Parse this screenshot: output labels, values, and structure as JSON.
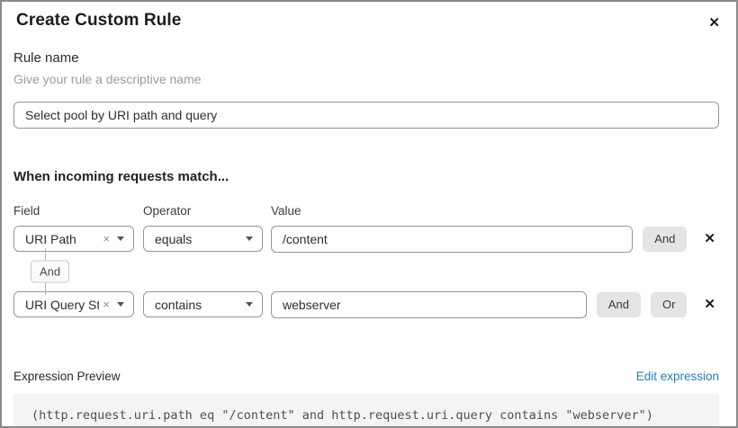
{
  "dialog": {
    "title": "Create Custom Rule"
  },
  "icons": {
    "close": "✕",
    "clear": "×",
    "remove": "✕"
  },
  "rule_name": {
    "label": "Rule name",
    "helper": "Give your rule a descriptive name",
    "value": "Select pool by URI path and query"
  },
  "match_section": {
    "heading": "When incoming requests match...",
    "columns": {
      "field": "Field",
      "operator": "Operator",
      "value": "Value"
    },
    "and_label": "And",
    "or_label": "Or",
    "connector_label": "And",
    "rows": [
      {
        "field": "URI Path",
        "operator": "equals",
        "value": "/content"
      },
      {
        "field": "URI Query St...",
        "operator": "contains",
        "value": "webserver"
      }
    ]
  },
  "expression": {
    "label": "Expression Preview",
    "edit_link": "Edit expression",
    "code": "(http.request.uri.path eq \"/content\" and http.request.uri.query contains \"webserver\")"
  },
  "colors": {
    "link_blue": "#2d7cb7",
    "button_gray": "#e4e4e4",
    "code_bg": "#f4f4f4",
    "border_gray": "#949494"
  }
}
